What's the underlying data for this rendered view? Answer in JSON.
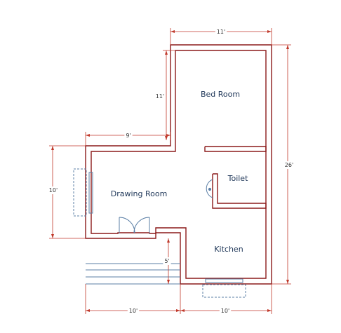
{
  "rooms": {
    "bed_room": "Bed Room",
    "toilet": "Toilet",
    "drawing_room": "Drawing Room",
    "kitchen": "Kitchen"
  },
  "dimensions": {
    "top_width": "11'",
    "bed_room_height": "11'",
    "left_upper_width": "9'",
    "total_height": "26'",
    "drawing_room_height": "10'",
    "steps_height": "5'",
    "bottom_left_width": "10'",
    "bottom_right_width": "10'"
  },
  "colors": {
    "wall": "#8b1a1a",
    "dimension": "#c0392b",
    "fixture": "#5b7fa6",
    "text": "#1d3557"
  }
}
